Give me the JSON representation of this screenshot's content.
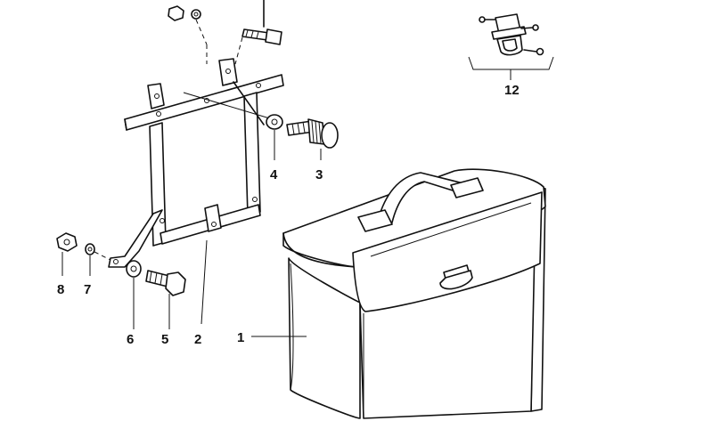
{
  "labels": {
    "p1": "1",
    "p2": "2",
    "p3": "3",
    "p4": "4",
    "p5": "5",
    "p6": "6",
    "p7": "7",
    "p8": "8",
    "p12": "12"
  }
}
